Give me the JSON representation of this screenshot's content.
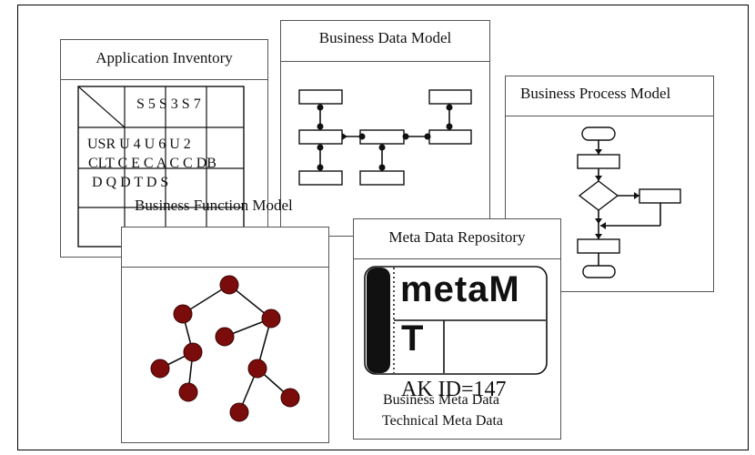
{
  "panels": {
    "application_inventory": {
      "title": "Application Inventory",
      "header_row": "S 5 S 3 S 7",
      "row1": "USR U 4 U 6 U 2",
      "row2": "CLT C E C A C C DB",
      "row3": "D Q D T D S"
    },
    "business_data_model": {
      "title": "Business Data Model"
    },
    "business_process_model": {
      "title": "Business Process Model"
    },
    "business_function_model": {
      "title": "Business Function Model"
    },
    "meta_data_repository": {
      "title": "Meta Data Repository",
      "logo_text_1": "metaM",
      "logo_text_2": "T",
      "overlay_text": "AK ID=147",
      "line1": "Business Meta Data",
      "line2": "Technical Meta Data"
    }
  },
  "colors": {
    "node_fill": "#7a0c0c",
    "line": "#111111",
    "logo_bar": "#111111"
  }
}
